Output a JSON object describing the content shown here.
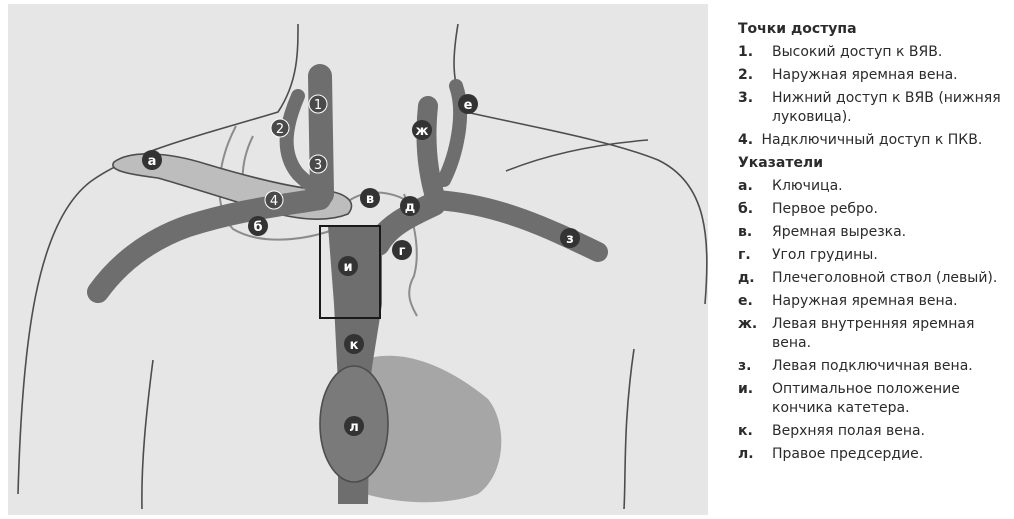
{
  "markers": {
    "access_1": "1",
    "access_2": "2",
    "access_3": "3",
    "access_4": "4",
    "a": "а",
    "b": "б",
    "v": "в",
    "g": "г",
    "d": "д",
    "e": "е",
    "zh": "ж",
    "z": "з",
    "i": "и",
    "k": "к",
    "l": "л"
  },
  "legend": {
    "access_title": "Точки доступа",
    "access_points": [
      {
        "key": "1.",
        "text": "Высокий доступ к ВЯВ."
      },
      {
        "key": "2.",
        "text": "Наружная яремная вена."
      },
      {
        "key": "3.",
        "text": "Нижний доступ к ВЯВ (нижняя луковица)."
      },
      {
        "key": "4.",
        "text": "Надключичный доступ к ПКВ."
      }
    ],
    "pointers_title": "Указатели",
    "pointers": [
      {
        "key": "а.",
        "text": "Ключица."
      },
      {
        "key": "б.",
        "text": "Первое ребро."
      },
      {
        "key": "в.",
        "text": "Яремная вырезка."
      },
      {
        "key": "г.",
        "text": "Угол грудины."
      },
      {
        "key": "д.",
        "text": "Плечеголовной ствол (левый)."
      },
      {
        "key": "е.",
        "text": "Наружная яремная вена."
      },
      {
        "key": "ж.",
        "text": "Левая внутренняя яремная вена."
      },
      {
        "key": "з.",
        "text": "Левая подключичная вена."
      },
      {
        "key": "и.",
        "text": "Оптимальное положение кончика катетера."
      },
      {
        "key": "к.",
        "text": "Верхняя полая вена."
      },
      {
        "key": "л.",
        "text": "Правое предсердие."
      }
    ]
  },
  "colors": {
    "panel_bg": "#e6e6e6",
    "outline": "#4d4d4d",
    "vein": "#6e6e6e",
    "vein_light": "#bdbdbd",
    "heart": "#a6a6a6",
    "marker_fill": "#333333",
    "marker_text": "#ffffff",
    "thin_line": "#8c8c8c"
  }
}
